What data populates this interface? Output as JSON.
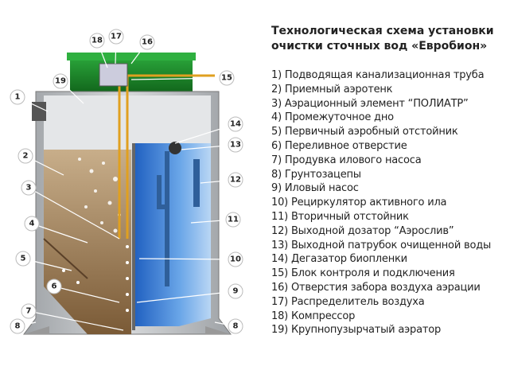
{
  "title": {
    "line1": "Технологическая схема установки",
    "line2": "очистки сточных вод «Евробион»"
  },
  "legend": [
    "1) Подводящая канализационная труба",
    "2) Приемный аэротенк",
    "3) Аэрационный элемент “ПОЛИАТР”",
    "4) Промежуточное дно",
    "5) Первичный аэробный отстойник",
    "6) Переливное отверстие",
    "7) Продувка илового насоса",
    "8) Грунтозацепы",
    "9) Иловый насос",
    "10) Рециркулятор активного ила",
    "11) Вторичный отстойник",
    "12) Выходной дозатор “Аэрослив”",
    "13) Выходной патрубок очищенной воды",
    "14) Дегазатор биопленки",
    "15) Блок контроля и подключения",
    "16) Отверстия забора воздуха аэрации",
    "17) Распределитель воздуха",
    "18) Компрессор",
    "19) Крупнопузырчатый аэратор"
  ],
  "callouts": [
    "1",
    "2",
    "3",
    "4",
    "5",
    "6",
    "7",
    "8",
    "8",
    "9",
    "10",
    "11",
    "12",
    "13",
    "14",
    "15",
    "16",
    "17",
    "18",
    "19"
  ],
  "colors": {
    "lid": "#1f8a2a",
    "tank": "#b9bcbf",
    "sludge": "#8a6a45",
    "water": "#3f7fd0",
    "air_pipe": "#e0a020"
  }
}
